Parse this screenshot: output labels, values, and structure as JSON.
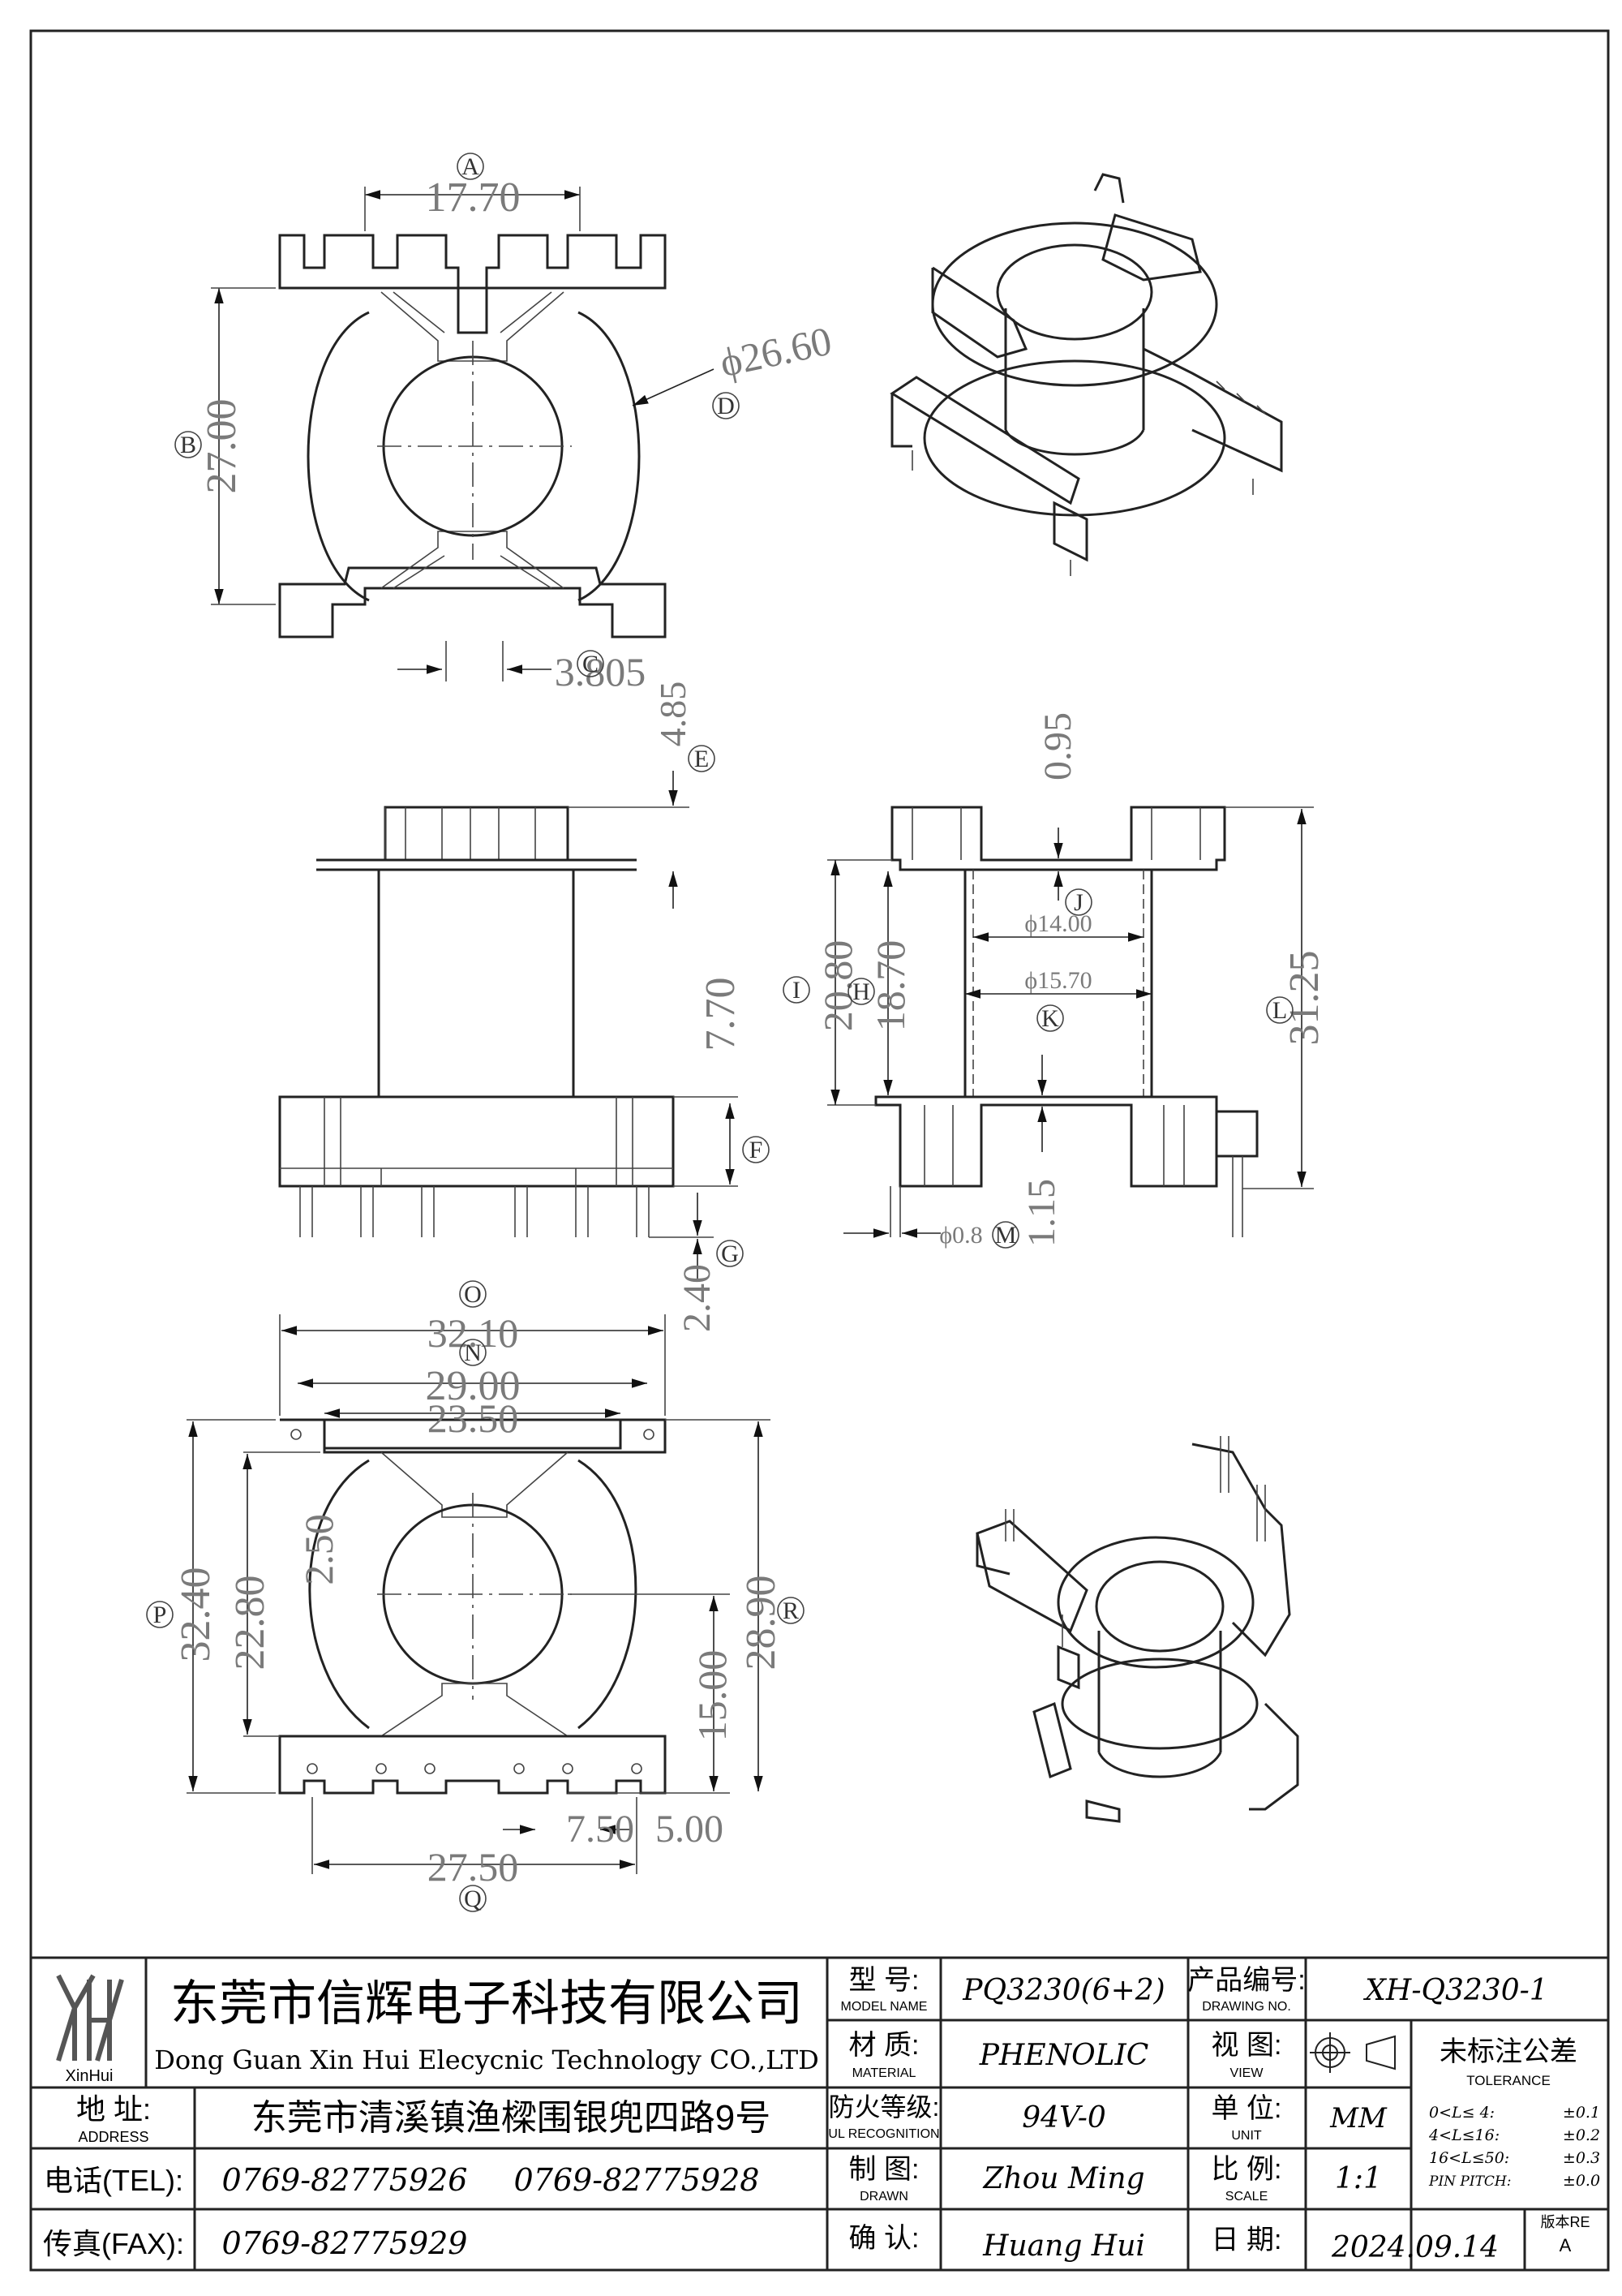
{
  "drawing": {
    "top_view": {
      "width_dim": "17.70",
      "height_dim": "27.00",
      "diameter_dim": "ϕ26.60",
      "gap_dims": "3.805",
      "labels": {
        "a": "A",
        "b": "B",
        "c": "C",
        "d": "D"
      }
    },
    "side_view": {
      "dim_e": "4.85",
      "dim_f": "7.70",
      "dim_g": "2.40",
      "labels": {
        "e": "E",
        "f": "F",
        "g": "G"
      }
    },
    "front_view": {
      "dim_095": "0.95",
      "dim_2080": "20.80",
      "dim_1870": "18.70",
      "dim_d14": "ϕ14.00",
      "dim_d157": "ϕ15.70",
      "dim_3125": "31.25",
      "dim_115": "1.15",
      "dim_pin": "ϕ0.8",
      "labels": {
        "i": "I",
        "h": "H",
        "j": "J",
        "k": "K",
        "l": "L",
        "m": "M"
      }
    },
    "bottom_view": {
      "dim_3210": "32.10",
      "dim_2900": "29.00",
      "dim_2350": "23.50",
      "dim_3240": "32.40",
      "dim_2280": "22.80",
      "dim_250": "2.50",
      "dim_1500": "15.00",
      "dim_2890": "28.90",
      "dim_750": "7.50",
      "dim_500": "5.00",
      "dim_2750": "27.50",
      "labels": {
        "o": "O",
        "n": "N",
        "p": "P",
        "r": "R",
        "q": "Q"
      }
    }
  },
  "title_block": {
    "logo_text": "XinHui",
    "company_cn": "东莞市信辉电子科技有限公司",
    "company_en": "Dong Guan Xin Hui Elecycnic Technology CO.,LTD",
    "address_label_cn": "地  址:",
    "address_label_en": "ADDRESS",
    "address_value": "东莞市清溪镇渔樑围银兜四路9号",
    "tel_label": "电话(TEL):",
    "tel_1": "0769-82775926",
    "tel_2": "0769-82775928",
    "fax_label": "传真(FAX):",
    "fax_value": "0769-82775929",
    "model_label_cn": "型  号:",
    "model_label_en": "MODEL NAME",
    "model_value": "PQ3230(6+2)",
    "material_label_cn": "材  质:",
    "material_label_en": "MATERIAL",
    "material_value": "PHENOLIC",
    "ul_label_cn": "防火等级:",
    "ul_label_en": "UL RECOGNITION",
    "ul_value": "94V-0",
    "drawn_label_cn": "制  图:",
    "drawn_label_en": "DRAWN",
    "drawn_value": "Zhou Ming",
    "check_label_cn": "确  认:",
    "check_value": "Huang Hui",
    "drawing_no_label_cn": "产品编号:",
    "drawing_no_label_en": "DRAWING NO.",
    "drawing_no_value": "XH-Q3230-1",
    "view_label_cn": "视  图:",
    "view_label_en": "VIEW",
    "tolerance_title_cn": "未标注公差",
    "tolerance_title_en": "TOLERANCE",
    "unit_label_cn": "单  位:",
    "unit_label_en": "UNIT",
    "unit_value": "MM",
    "scale_label_cn": "比  例:",
    "scale_label_en": "SCALE",
    "scale_value": "1:1",
    "date_label_cn": "日  期:",
    "date_value": "2024.09.14",
    "version_label": "版本RE",
    "version_value": "A",
    "tolerances": [
      {
        "range": "0<L≤ 4:",
        "value": "±0.1"
      },
      {
        "range": "4<L≤16:",
        "value": "±0.2"
      },
      {
        "range": "16<L≤50:",
        "value": "±0.3"
      },
      {
        "range": "PIN PITCH:",
        "value": "±0.0"
      }
    ]
  }
}
